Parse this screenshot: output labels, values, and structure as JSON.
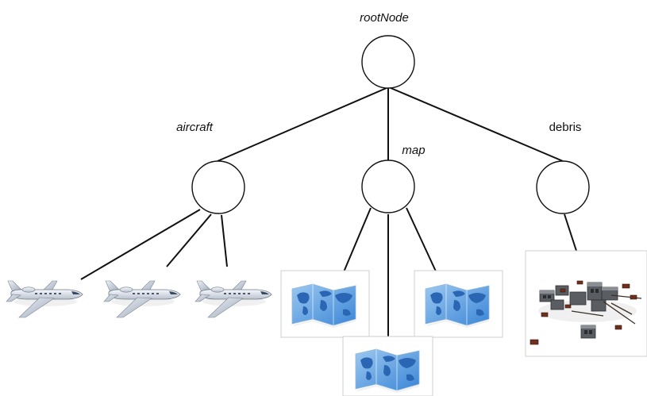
{
  "diagram": {
    "root": {
      "label": "rootNode"
    },
    "children": [
      {
        "label": "aircraft",
        "leaf_icon": "airplane-icon",
        "leaf_count": 3
      },
      {
        "label": "map",
        "leaf_icon": "world-map-icon",
        "leaf_count": 3
      },
      {
        "label": "debris",
        "leaf_icon": "debris-blocks-image",
        "leaf_count": 1
      }
    ]
  },
  "colors": {
    "line": "#111111",
    "plane_body": "#e3e8f0",
    "map_ocean": "#6aa7df",
    "map_land": "#2f6fbd",
    "block": "#5a5d62"
  }
}
